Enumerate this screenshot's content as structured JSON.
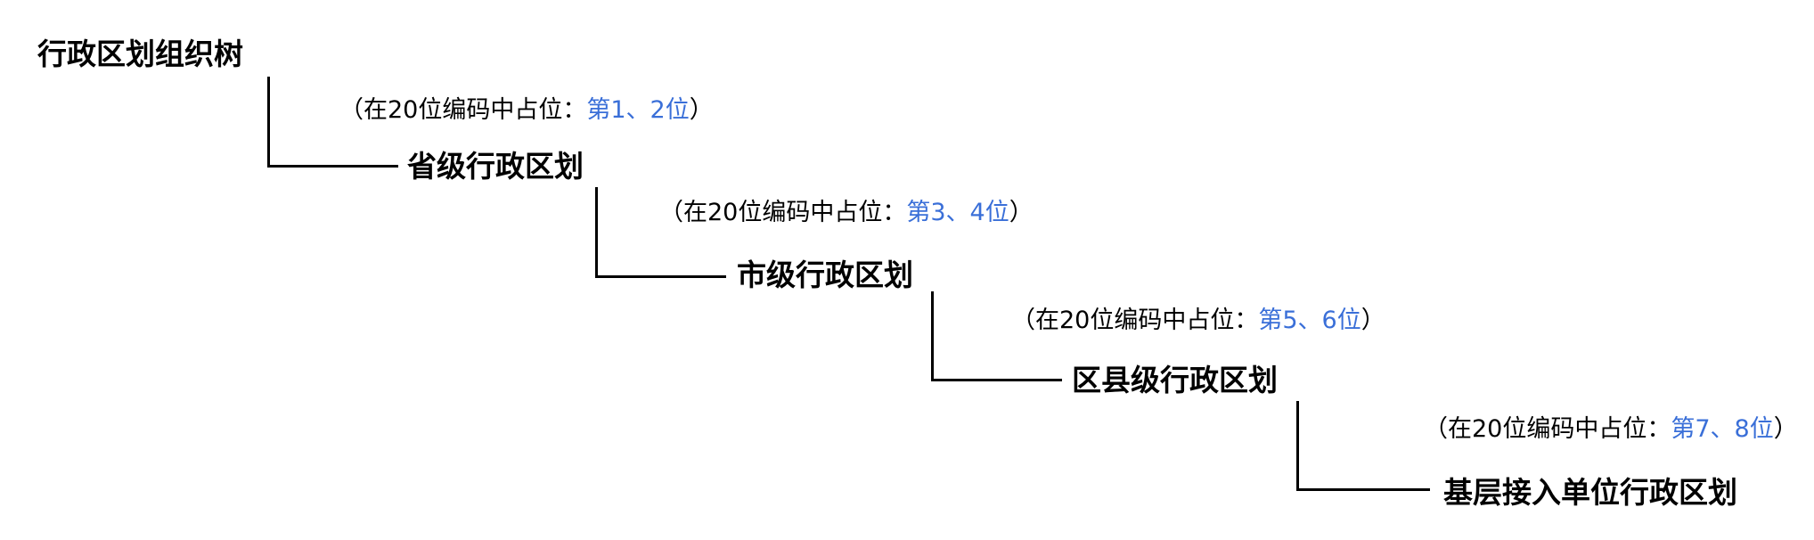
{
  "tree": {
    "root": {
      "label": "行政区划组织树"
    },
    "levels": [
      {
        "label": "省级行政区划",
        "note_prefix": "（在20位编码中占位：",
        "note_position": "第1、2位",
        "note_suffix": "）"
      },
      {
        "label": "市级行政区划",
        "note_prefix": "（在20位编码中占位：",
        "note_position": "第3、4位",
        "note_suffix": "）"
      },
      {
        "label": "区县级行政区划",
        "note_prefix": "（在20位编码中占位：",
        "note_position": "第5、6位",
        "note_suffix": "）"
      },
      {
        "label": "基层接入单位行政区划",
        "note_prefix": "（在20位编码中占位：",
        "note_position": "第7、8位",
        "note_suffix": "）"
      }
    ]
  },
  "colors": {
    "text": "#000000",
    "position_highlight": "#3a6fd8",
    "connector": "#000000"
  }
}
